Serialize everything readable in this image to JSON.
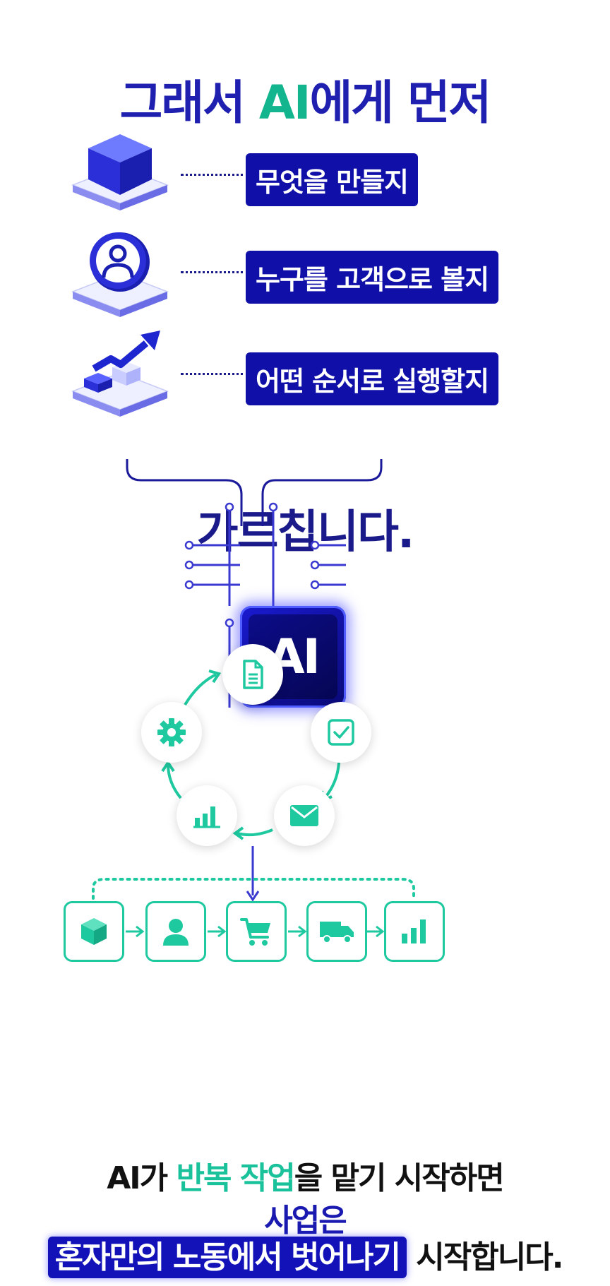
{
  "title": {
    "part1": "그래서 ",
    "accent": "AI",
    "part2": "에게 먼저"
  },
  "rows": [
    {
      "label": "무엇을 만들지",
      "icon": "cube-icon"
    },
    {
      "label": "누구를 고객으로 볼지",
      "icon": "person-icon"
    },
    {
      "label": "어떤 순서로 실행할지",
      "icon": "growth-steps-icon"
    }
  ],
  "teach_text": "가르칩니다.",
  "chip": {
    "label": "AI"
  },
  "cycle": [
    {
      "icon": "document-icon"
    },
    {
      "icon": "checkbox-icon"
    },
    {
      "icon": "mail-icon"
    },
    {
      "icon": "bar-chart-icon"
    },
    {
      "icon": "gear-icon"
    }
  ],
  "flow": [
    {
      "icon": "box-icon"
    },
    {
      "icon": "user-icon"
    },
    {
      "icon": "cart-icon"
    },
    {
      "icon": "truck-icon"
    },
    {
      "icon": "bar-chart-icon"
    }
  ],
  "colors": {
    "navy": "#1010a8",
    "teal": "#1ec9a0",
    "dark": "#111111"
  },
  "bottom": {
    "l1_a": "AI가 ",
    "l1_hl1": "반복 작업",
    "l1_b": "을 맡기 시작하면",
    "l2": "사업은",
    "l3_pill": "혼자만의 노동에서 벗어나기",
    "l3_rest": " 시작합니다."
  }
}
